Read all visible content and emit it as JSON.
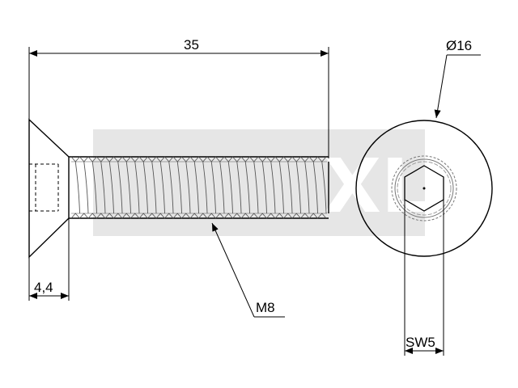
{
  "labels": {
    "length": "35",
    "head_diameter": "Ø16",
    "head_height": "4,4",
    "thread": "M8",
    "socket_size": "SW5"
  },
  "watermark": {
    "text": "XL"
  },
  "colors": {
    "line": "#000000",
    "thread_line": "#555555",
    "watermark_bg": "#e6e6e6",
    "background": "#ffffff"
  }
}
